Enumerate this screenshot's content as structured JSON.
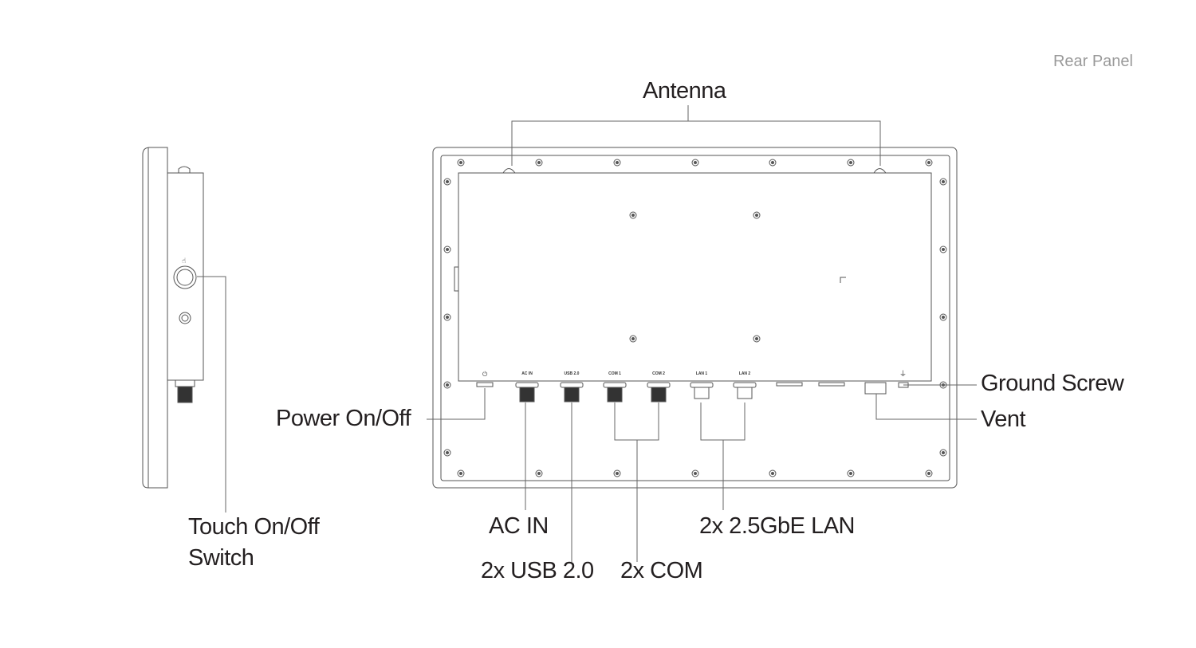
{
  "title": "Rear Panel",
  "labels": {
    "antenna": "Antenna",
    "power": "Power On/Off",
    "ground": "Ground Screw",
    "vent": "Vent",
    "touch_line1": "Touch On/Off",
    "touch_line2": "Switch",
    "ac_in": "AC IN",
    "usb": "2x USB 2.0",
    "com": "2x COM",
    "lan": "2x 2.5GbE LAN"
  },
  "port_labels": [
    "AC IN",
    "USB 2.0",
    "COM 1",
    "COM 2",
    "LAN 1",
    "LAN 2"
  ],
  "colors": {
    "line": "#555555",
    "text": "#231f20",
    "title": "#9a9a9a"
  }
}
